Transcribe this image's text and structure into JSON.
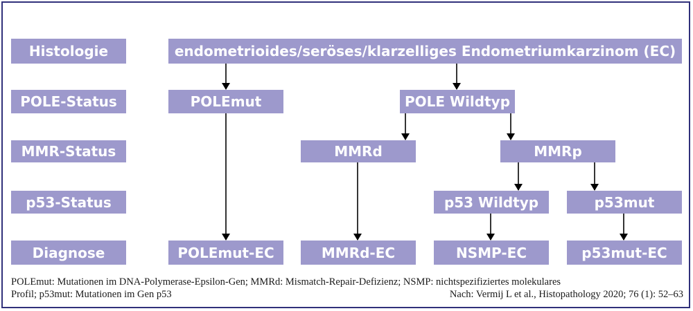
{
  "rows": {
    "histologie": "Histologie",
    "pole_status": "POLE-Status",
    "mmr_status": "MMR-Status",
    "p53_status": "p53-Status",
    "diagnose": "Diagnose"
  },
  "nodes": {
    "histology": "endometrioides/seröses/klarzelliges Endometriumkarzinom (EC)",
    "pole_mut": "POLEmut",
    "pole_wildtyp": "POLE Wildtyp",
    "mmrd": "MMRd",
    "mmrp": "MMRp",
    "p53_wildtyp": "p53 Wildtyp",
    "p53mut": "p53mut",
    "dx_polemut": "POLEmut-EC",
    "dx_mmrd": "MMRd-EC",
    "dx_nsmp": "NSMP-EC",
    "dx_p53mut": "p53mut-EC"
  },
  "footer": {
    "line1": "POLEmut: Mutationen im DNA-Polymerase-Epsilon-Gen; MMRd: Mismatch-Repair-Defizienz; NSMP: nichtspezifiziertes molekulares",
    "line2": "Profil; p53mut: Mutationen im Gen p53",
    "source": "Nach: Vermij L et al., Histopathology 2020; 76 (1): 52–63"
  },
  "colors": {
    "box": "#9d99cc",
    "frame": "#30307a",
    "box_text": "#ffffff"
  }
}
